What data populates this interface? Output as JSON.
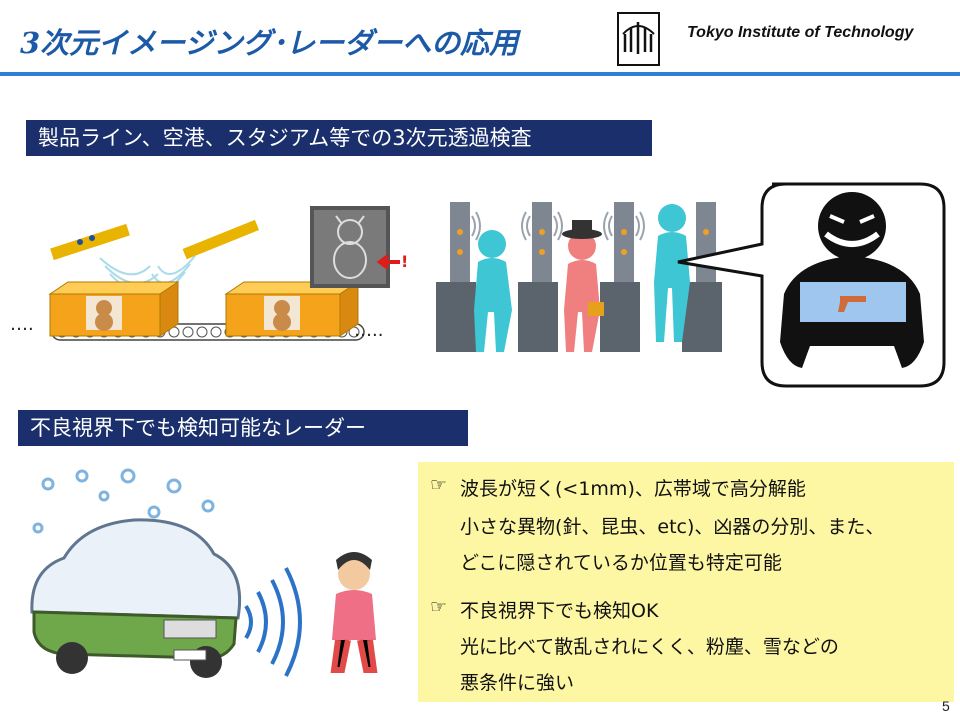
{
  "slide": {
    "title": "3次元イメージング･レーダーへの応用",
    "institution": "Tokyo Institute of Technology",
    "page_number": "5"
  },
  "sections": {
    "inspection_heading": "製品ライン、空港、スタジアム等での3次元透過検査",
    "radar_heading": "不良視界下でも検知可能なレーダー"
  },
  "illustrations": {
    "conveyor_left_dots": "….",
    "conveyor_right_dots": "…..",
    "alert_mark": "!"
  },
  "notes": {
    "bullet_icon": "☞",
    "points": [
      {
        "lead": "波長が短く(<1mm)、広帯域で高分解能",
        "details": [
          "小さな異物(針、昆虫、etc)、凶器の分別、また、",
          "どこに隠されているか位置も特定可能"
        ]
      },
      {
        "lead": "不良視界下でも検知OK",
        "details": [
          "光に比べて散乱されにくく、粉塵、雪などの",
          "悪条件に強い"
        ]
      }
    ]
  },
  "colors": {
    "title": "#1c5aa8",
    "rule": "#2e7fd6",
    "heading_bg": "#1a2f6b",
    "notes_bg": "#fdf7a4"
  }
}
